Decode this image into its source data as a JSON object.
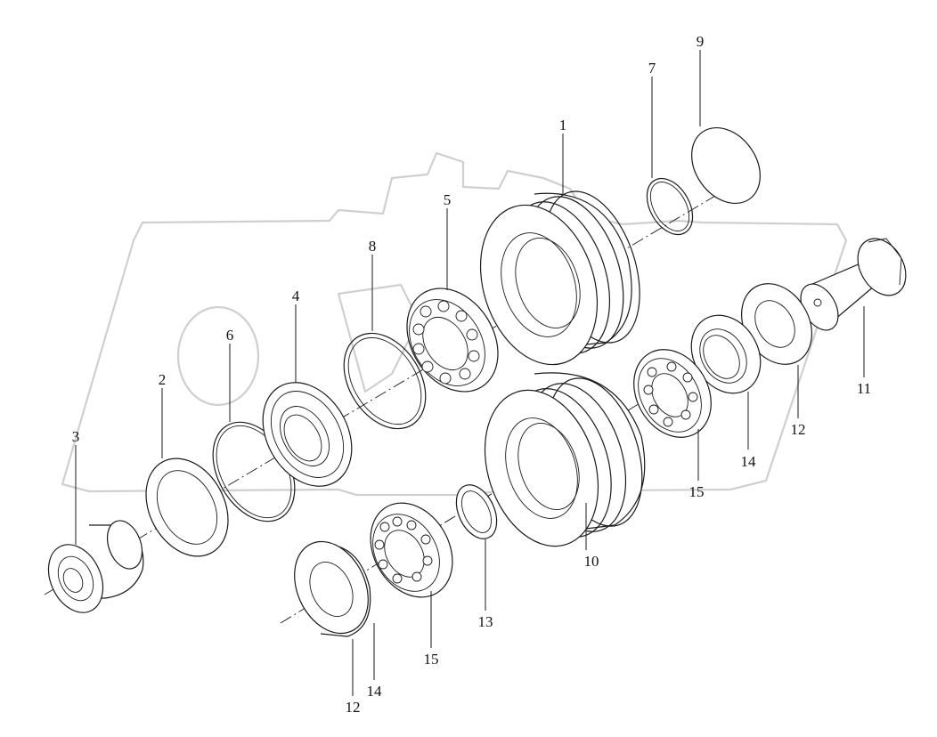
{
  "diagram": {
    "type": "exploded-parts-diagram",
    "callouts": [
      {
        "id": "c1",
        "label": "1"
      },
      {
        "id": "c2",
        "label": "2"
      },
      {
        "id": "c3",
        "label": "3"
      },
      {
        "id": "c4",
        "label": "4"
      },
      {
        "id": "c5",
        "label": "5"
      },
      {
        "id": "c6",
        "label": "6"
      },
      {
        "id": "c7",
        "label": "7"
      },
      {
        "id": "c8",
        "label": "8"
      },
      {
        "id": "c9",
        "label": "9"
      },
      {
        "id": "c10",
        "label": "10"
      },
      {
        "id": "c11",
        "label": "11"
      },
      {
        "id": "c12a",
        "label": "12"
      },
      {
        "id": "c12b",
        "label": "12"
      },
      {
        "id": "c13",
        "label": "13"
      },
      {
        "id": "c14a",
        "label": "14"
      },
      {
        "id": "c14b",
        "label": "14"
      },
      {
        "id": "c15a",
        "label": "15"
      },
      {
        "id": "c15b",
        "label": "15"
      }
    ]
  }
}
